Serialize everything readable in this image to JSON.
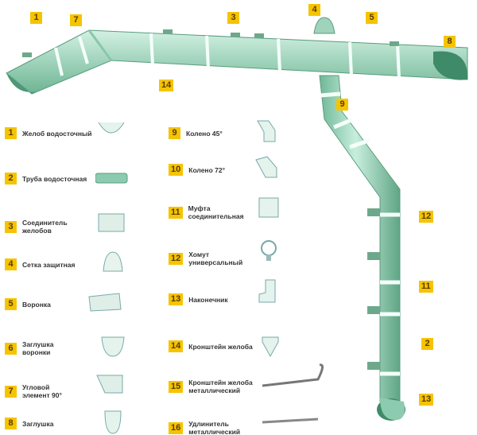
{
  "callouts": {
    "c1": "1",
    "c7": "7",
    "c3": "3",
    "c4": "4",
    "c5": "5",
    "c8": "8",
    "c14": "14",
    "c9": "9",
    "c12": "12",
    "c11": "11",
    "c2": "2",
    "c13": "13"
  },
  "legend": [
    {
      "num": "1",
      "line1": "Желоб водосточный",
      "line2": ""
    },
    {
      "num": "2",
      "line1": "Труба водосточная",
      "line2": ""
    },
    {
      "num": "3",
      "line1": "Соединитель",
      "line2": "желобов"
    },
    {
      "num": "4",
      "line1": "Сетка защитная",
      "line2": ""
    },
    {
      "num": "5",
      "line1": "Воронка",
      "line2": ""
    },
    {
      "num": "6",
      "line1": "Заглушка",
      "line2": "воронки"
    },
    {
      "num": "7",
      "line1": "Угловой",
      "line2": "элемент 90°"
    },
    {
      "num": "8",
      "line1": "Заглушка",
      "line2": ""
    },
    {
      "num": "9",
      "line1": "Колено 45°",
      "line2": ""
    },
    {
      "num": "10",
      "line1": "Колено 72°",
      "line2": ""
    },
    {
      "num": "11",
      "line1": "Муфта",
      "line2": "соединительная"
    },
    {
      "num": "12",
      "line1": "Хомут",
      "line2": "универсальный"
    },
    {
      "num": "13",
      "line1": "Наконечник",
      "line2": ""
    },
    {
      "num": "14",
      "line1": "Кронштейн желоба",
      "line2": ""
    },
    {
      "num": "15",
      "line1": "Кронштейн желоба",
      "line2": "металлический"
    },
    {
      "num": "16",
      "line1": "Удлинитель",
      "line2": "металлический"
    }
  ],
  "colors": {
    "pipe": "#a9dcc4",
    "pipe_dark": "#5fae8c",
    "badge": "#f5c400"
  }
}
